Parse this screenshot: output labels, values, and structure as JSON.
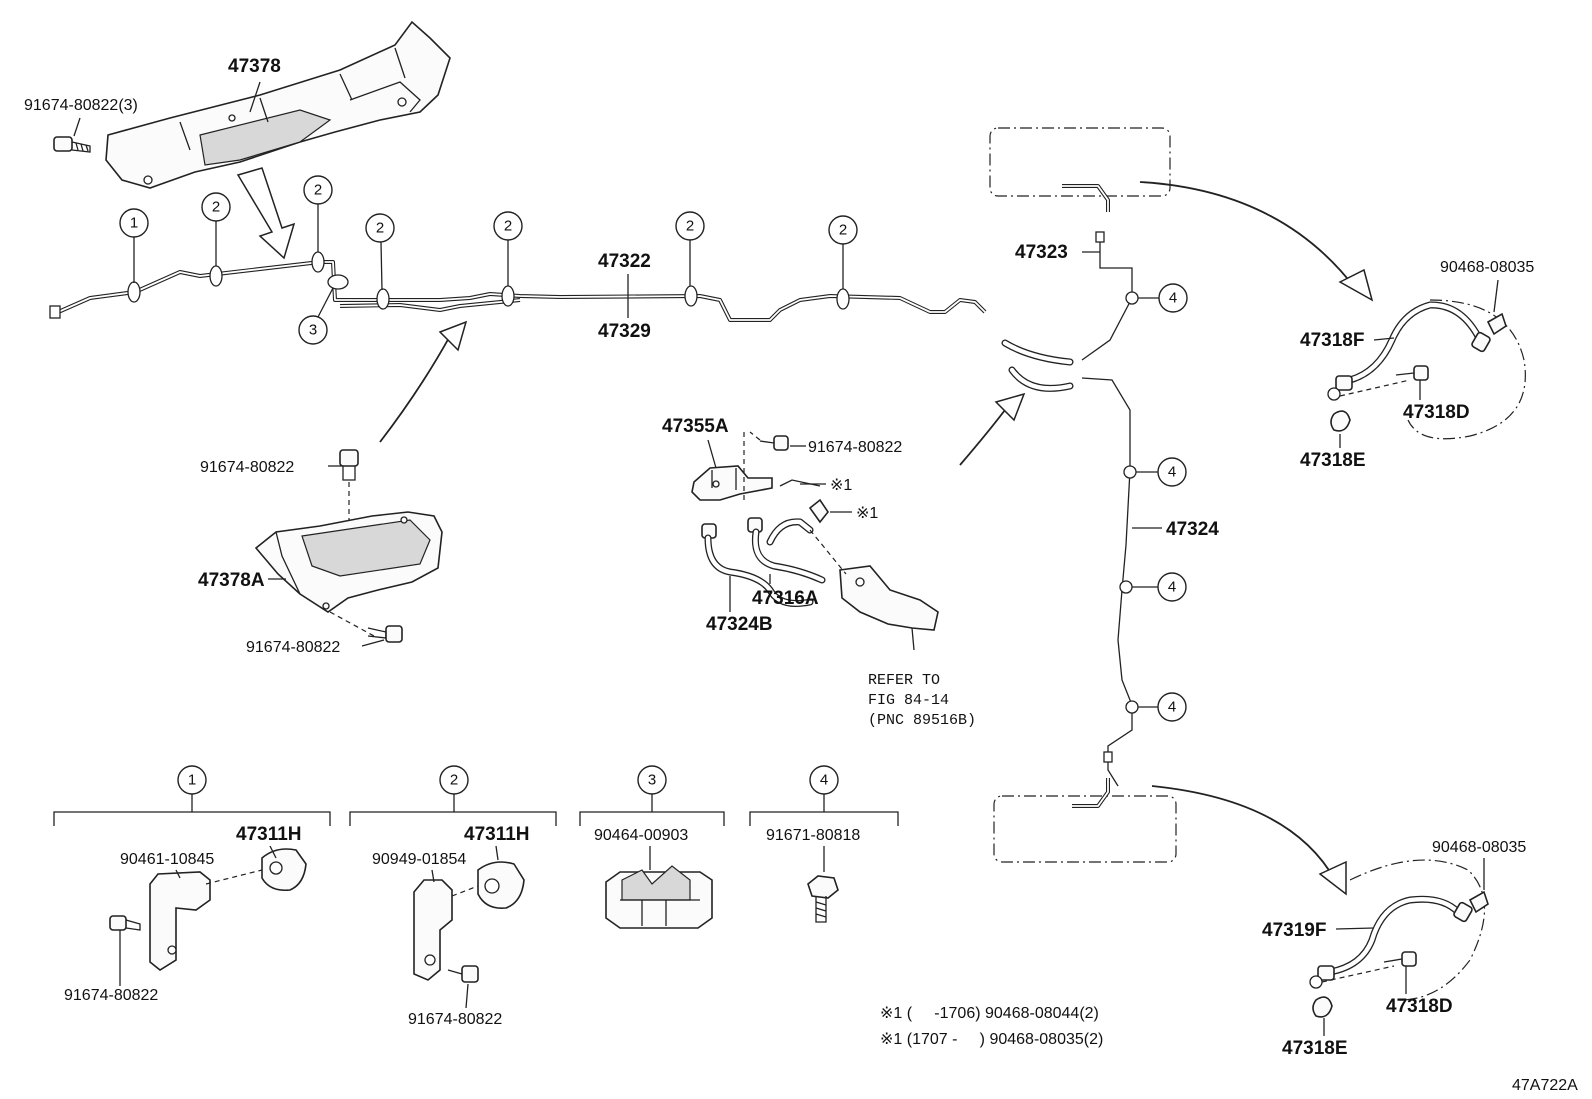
{
  "diagram_code": "47A722A",
  "callouts": {
    "c1": "1",
    "c2": "2",
    "c3": "3",
    "c4": "4"
  },
  "labels": {
    "p47378": "47378",
    "bolt_top_qty": "91674-80822(3)",
    "p47322": "47322",
    "p47329": "47329",
    "p47323": "47323",
    "p47324": "47324",
    "p90468_top": "90468-08035",
    "p47318F": "47318F",
    "p47318D_top": "47318D",
    "p47318E_top": "47318E",
    "p47355A": "47355A",
    "bolt_mid": "91674-80822",
    "note_mark1": "※1",
    "note_mark2": "※1",
    "p47316A": "47316A",
    "p47324B": "47324B",
    "refer1": "REFER TO",
    "refer2": "FIG 84-14",
    "refer3": "(PNC 89516B)",
    "bolt_left_top": "91674-80822",
    "p47378A": "47378A",
    "bolt_left_bottom": "91674-80822",
    "p90468_bottom": "90468-08035",
    "p47319F": "47319F",
    "p47318D_bottom": "47318D",
    "p47318E_bottom": "47318E"
  },
  "detail_groups": {
    "g1": {
      "part_a": "47311H",
      "part_b": "90461-10845",
      "part_c": "91674-80822"
    },
    "g2": {
      "part_a": "47311H",
      "part_b": "90949-01854",
      "part_c": "91674-80822"
    },
    "g3": {
      "part_a": "90464-00903"
    },
    "g4": {
      "part_a": "91671-80818"
    }
  },
  "footnotes": {
    "line1": "※1 (     -1706) 90468-08044(2)",
    "line2": "※1 (1707 -     ) 90468-08035(2)"
  }
}
